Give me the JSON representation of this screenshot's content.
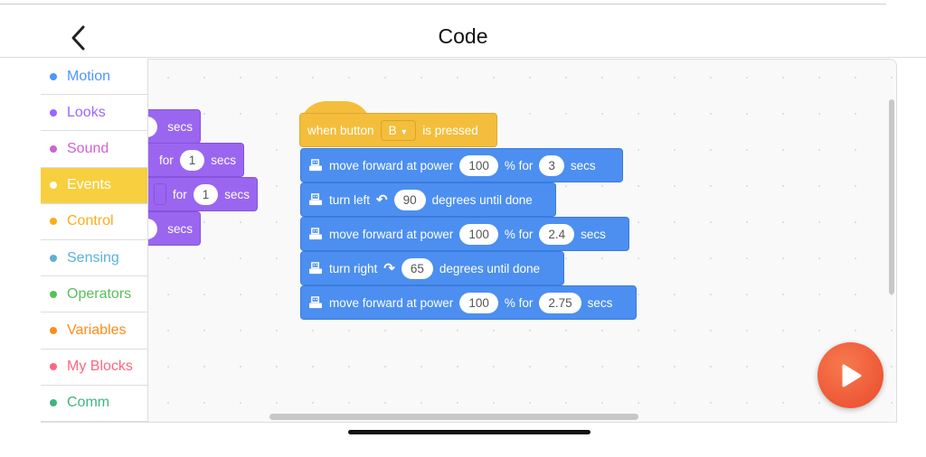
{
  "header": {
    "title": "Code",
    "back_icon": "chevron-left-icon"
  },
  "categories": [
    {
      "label": "Motion",
      "color": "#4c97ff"
    },
    {
      "label": "Looks",
      "color": "#9966ff"
    },
    {
      "label": "Sound",
      "color": "#cf63cf"
    },
    {
      "label": "Events",
      "color": "#ffffff",
      "active": true
    },
    {
      "label": "Control",
      "color": "#ffab19"
    },
    {
      "label": "Sensing",
      "color": "#5cb1d6"
    },
    {
      "label": "Operators",
      "color": "#59c059"
    },
    {
      "label": "Variables",
      "color": "#ff8c1a"
    },
    {
      "label": "My Blocks",
      "color": "#ff6680"
    },
    {
      "label": "Comm",
      "color": "#3fb57e"
    }
  ],
  "palette_blocks": [
    {
      "text": "secs"
    },
    {
      "for": "for",
      "value": "1",
      "secs": "secs"
    },
    {
      "for": "for",
      "value": "1",
      "secs": "secs"
    },
    {
      "text": "secs"
    }
  ],
  "script": {
    "hat": {
      "pre": "when button",
      "dropdown": "B",
      "post": "is pressed"
    },
    "blocks": [
      {
        "t1": "move forward at power",
        "v1": "100",
        "t2": "% for",
        "v2": "3",
        "t3": "secs"
      },
      {
        "t1": "turn left",
        "v1": "90",
        "t2": "degrees until done"
      },
      {
        "t1": "move forward at power",
        "v1": "100",
        "t2": "% for",
        "v2": "2.4",
        "t3": "secs"
      },
      {
        "t1": "turn right",
        "v1": "65",
        "t2": "degrees until done"
      },
      {
        "t1": "move forward at power",
        "v1": "100",
        "t2": "% for",
        "v2": "2.75",
        "t3": "secs"
      }
    ]
  },
  "colors": {
    "events": "#f8cf3f",
    "motion": "#4c8ff0",
    "looks": "#9a66f0",
    "play": "#ee5a33"
  }
}
